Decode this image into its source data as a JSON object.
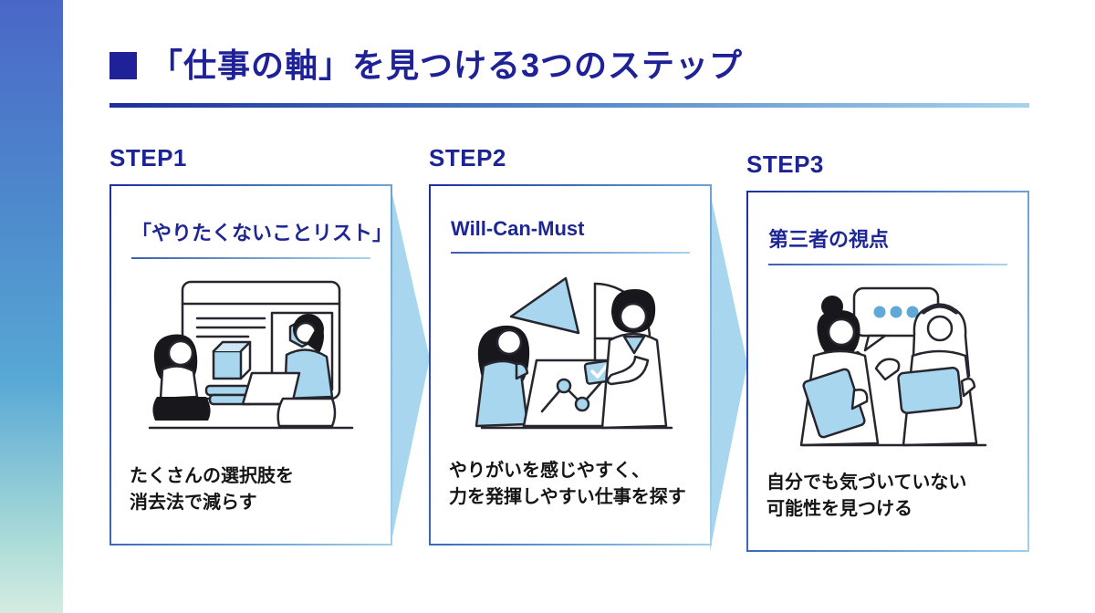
{
  "header": {
    "bullet_square": "■",
    "title": "「仕事の軸」を見つける3つのステップ",
    "title_color": "#1e2296",
    "rule_gradient_from": "#1d2e9a",
    "rule_gradient_to": "#a6d3ec"
  },
  "steps": [
    {
      "label": "STEP1",
      "card_title": "「やりたくないことリスト」",
      "caption_line1": "たくさんの選択肢を",
      "caption_line2": "消去法で減らす",
      "illustration": "two-people-browsing-options-illustration"
    },
    {
      "label": "STEP2",
      "card_title": "Will-Can-Must",
      "caption_line1": "やりがいを感じやすく、",
      "caption_line2": "力を発揮しやすい仕事を探す",
      "illustration": "man-woman-compass-chart-illustration"
    },
    {
      "label": "STEP3",
      "card_title": "第三者の視点",
      "caption_line1": "自分でも気づいていない",
      "caption_line2": "可能性を見つける",
      "illustration": "two-women-talking-illustration"
    }
  ],
  "colors": {
    "navy_text": "#1e2296",
    "step_label": "#1b2492",
    "card_border_from": "#1d2f9e",
    "card_border_to": "#9fcfeb",
    "arrow_blue": "#a9d6ef",
    "illustration_blue": "#a9d6ef",
    "side_band_top": "#4a67c8",
    "side_band_mid": "#58a8d5",
    "side_band_bottom": "#d4ece1",
    "caption_text": "#151515"
  }
}
